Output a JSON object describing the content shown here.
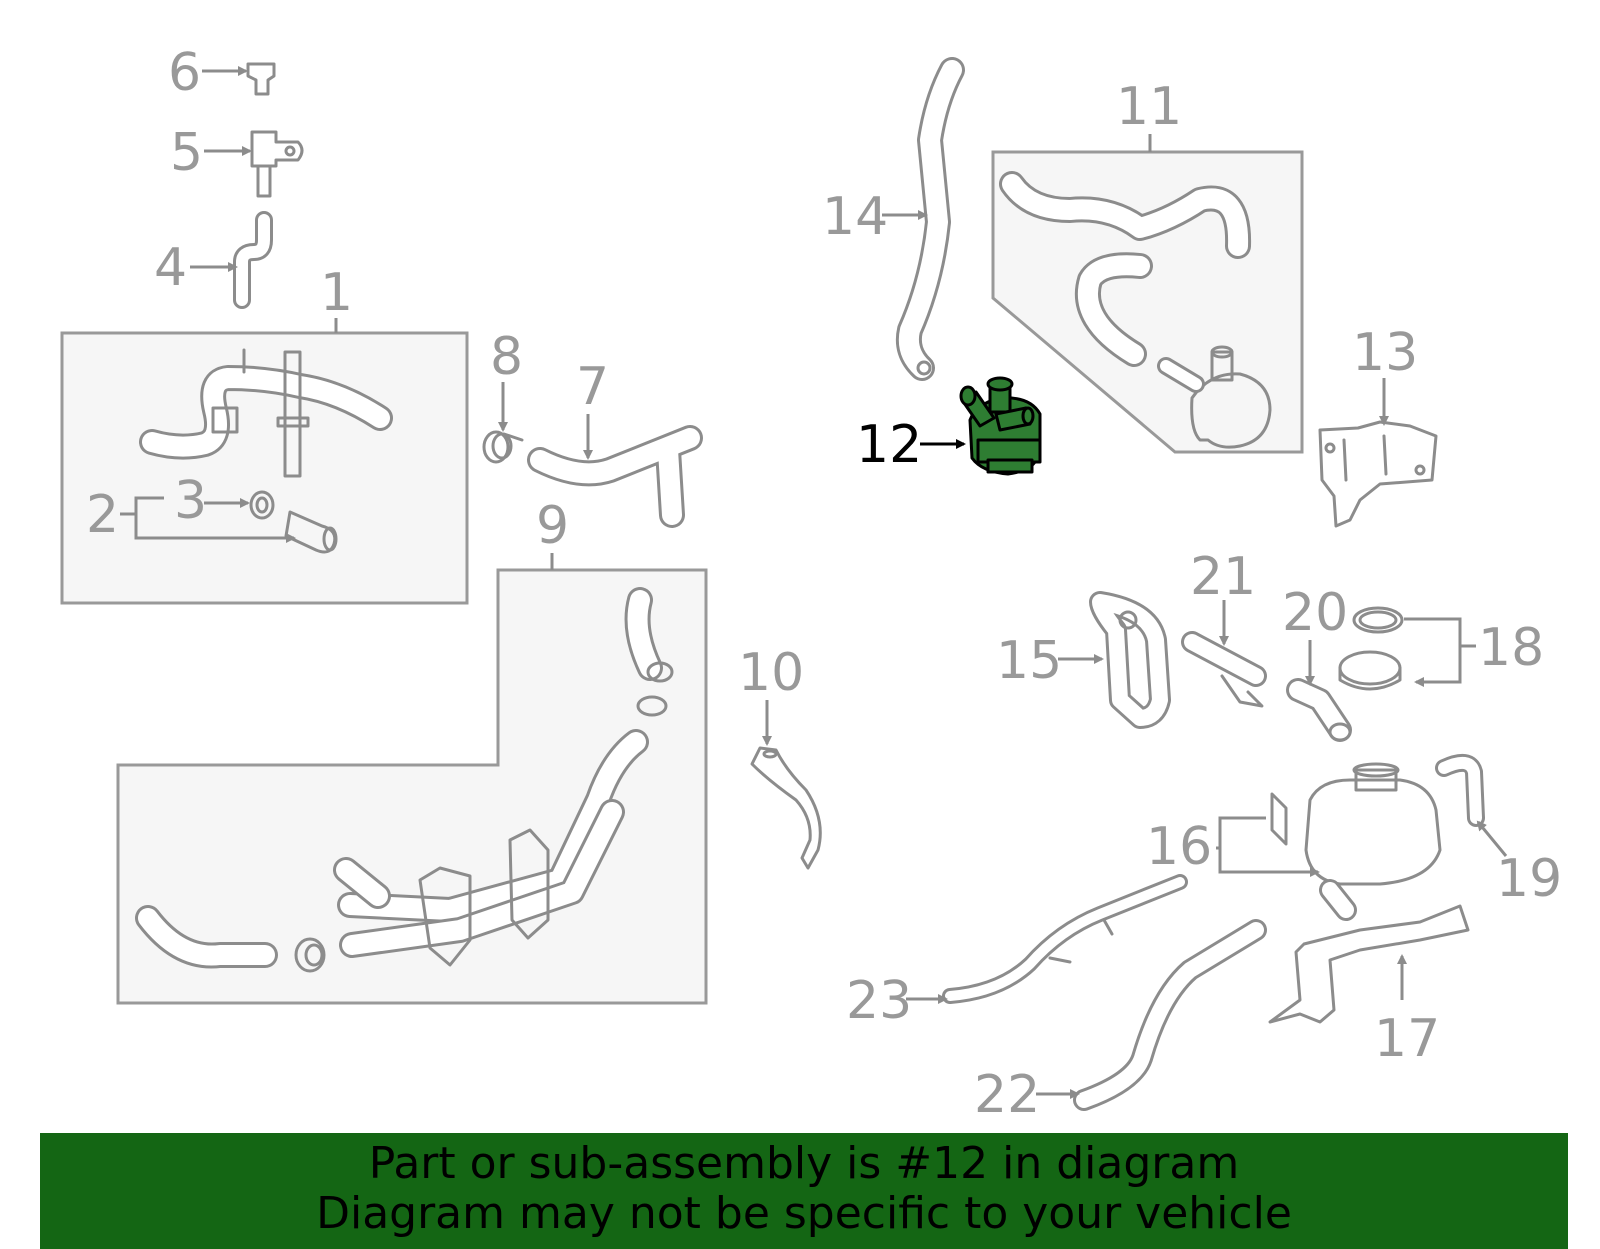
{
  "highlight_color": "#2e7d32",
  "banner": {
    "background": "#146614",
    "line1": "Part or sub-assembly is #12 in diagram",
    "line2": "Diagram may not be specific to your vehicle"
  },
  "highlighted_part": "12",
  "callouts": {
    "c1": "1",
    "c2": "2",
    "c3": "3",
    "c4": "4",
    "c5": "5",
    "c6": "6",
    "c7": "7",
    "c8": "8",
    "c9": "9",
    "c10": "10",
    "c11": "11",
    "c12": "12",
    "c13": "13",
    "c14": "14",
    "c15": "15",
    "c16": "16",
    "c17": "17",
    "c18": "18",
    "c19": "19",
    "c20": "20",
    "c21": "21",
    "c22": "22",
    "c23": "23"
  }
}
